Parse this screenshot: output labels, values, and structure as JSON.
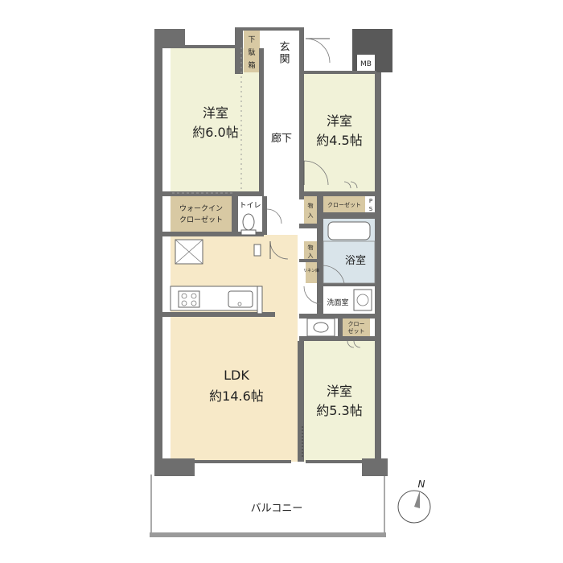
{
  "rooms": {
    "western1": {
      "name": "洋室",
      "size": "約6.0帖"
    },
    "western2": {
      "name": "洋室",
      "size": "約4.5帖"
    },
    "western3": {
      "name": "洋室",
      "size": "約5.3帖"
    },
    "ldk": {
      "name": "LDK",
      "size": "約14.6帖"
    },
    "corridor": "廊下",
    "entrance": "玄関",
    "shoebox": [
      "下",
      "駄",
      "箱"
    ],
    "mb": "MB",
    "walkin": [
      "ウォークイン",
      "クローゼット"
    ],
    "toilet": "トイレ",
    "storage1": [
      "物",
      "入"
    ],
    "storage2": [
      "物",
      "入"
    ],
    "closet1": "クローゼット",
    "ps": [
      "P",
      "S"
    ],
    "bath": "浴室",
    "washroom": "洗面室",
    "closet2": [
      "クロー",
      "ゼット"
    ],
    "balcony": "バルコニー",
    "small_label": "リネン庫"
  },
  "compass": {
    "label": "N"
  },
  "colors": {
    "wall": "#6e6e6e",
    "room_green": "#f1f2d8",
    "room_tan": "#f7e9c8",
    "closet": "#d8c9a3",
    "bath": "#d9e4ea"
  }
}
